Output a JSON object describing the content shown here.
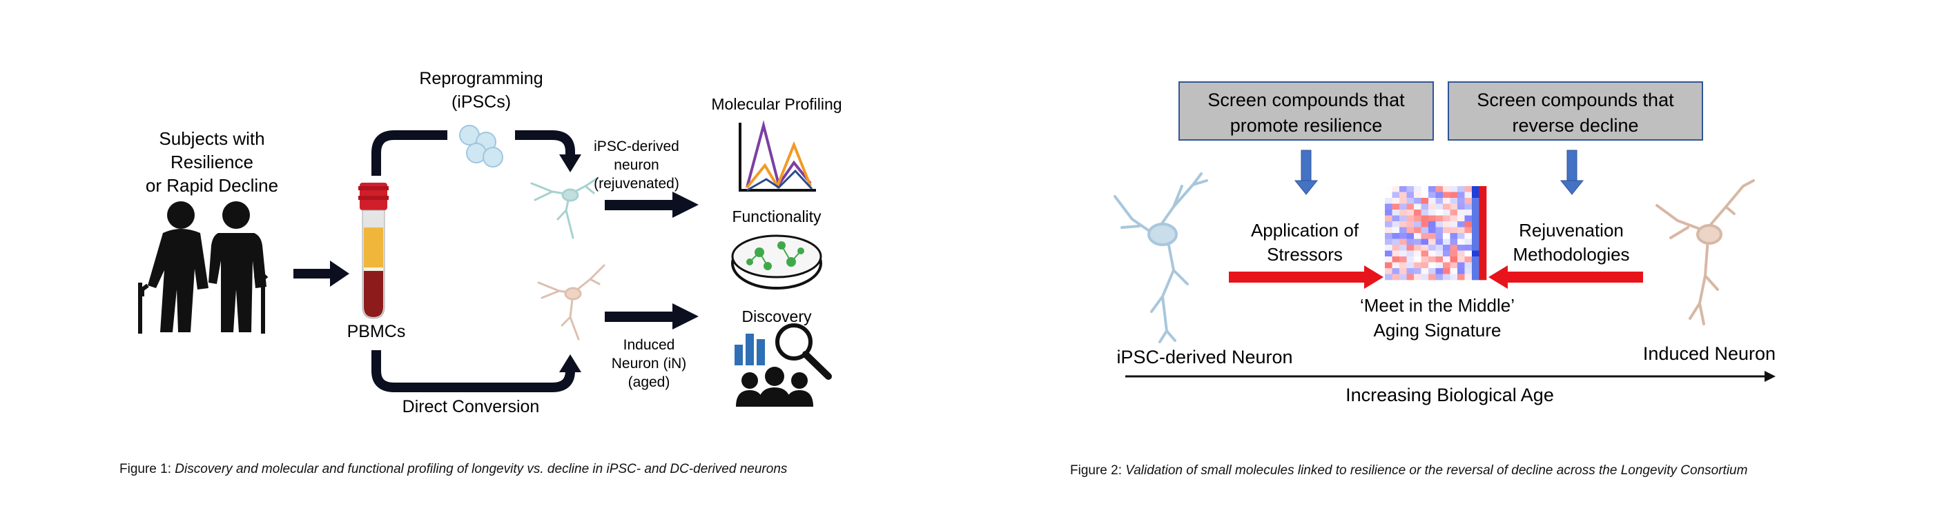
{
  "figure1": {
    "subjects": [
      "Subjects with",
      "Resilience",
      "or Rapid Decline"
    ],
    "reprogramming": [
      "Reprogramming",
      "(iPSCs)"
    ],
    "pbmcs": "PBMCs",
    "ipsc_neuron": [
      "iPSC-derived",
      "neuron",
      "(rejuvenated)"
    ],
    "induced_neuron": [
      "Induced",
      "Neuron (iN)",
      "(aged)"
    ],
    "direct_conversion": "Direct Conversion",
    "molecular_profiling": "Molecular Profiling",
    "functionality": "Functionality",
    "discovery": "Discovery",
    "caption_prefix": "Figure 1:",
    "caption_text": "Discovery and molecular and functional profiling of longevity vs. decline in iPSC- and DC-derived neurons"
  },
  "figure2": {
    "box_left": [
      "Screen compounds that",
      "promote resilience"
    ],
    "box_right": [
      "Screen compounds that",
      "reverse decline"
    ],
    "stressors": [
      "Application of",
      "Stressors"
    ],
    "rejuvenation": [
      "Rejuvenation",
      "Methodologies"
    ],
    "meet": [
      "‘Meet in the Middle’",
      "Aging Signature"
    ],
    "ipsc_neuron": "iPSC-derived Neuron",
    "induced_neuron": "Induced Neuron",
    "age_axis": "Increasing Biological Age",
    "caption_prefix": "Figure 2:",
    "caption_text": "Validation of small molecules linked to resilience or the reversal of decline across the Longevity Consortium"
  },
  "colors": {
    "dark_arrow": "#0b0f1f",
    "red_arrow": "#e8141b",
    "blue_arrow": "#4472c4",
    "box_fill": "#bfbfbf",
    "box_border": "#2f5597",
    "ipsc_neuron": "#a9c7dc",
    "induced_neuron": "#d7b8a5"
  }
}
